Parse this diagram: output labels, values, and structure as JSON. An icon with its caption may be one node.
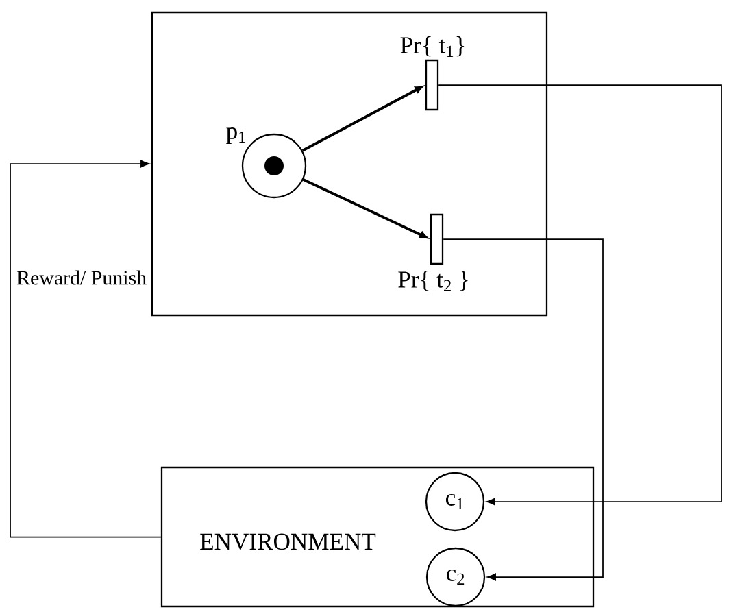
{
  "diagram": {
    "nodes": [
      {
        "text": [],
        "shape": "box"
      },
      {
        "text": [
          "p$_{1}$"
        ],
        "in": 0
      },
      {
        "text": [
          "Pr{ t$_{1}$}"
        ],
        "in": 0
      },
      {
        "text": [
          "Pr{ t$_{2}$ }"
        ],
        "in": 0
      },
      {
        "text": [
          "ENVIRONMENT"
        ]
      },
      {
        "text": [
          "c$_{1}$"
        ],
        "in": 4
      },
      {
        "text": [
          "c$_{2}$"
        ],
        "in": 4
      }
    ],
    "edges": [
      {
        "from": 1,
        "to": 2,
        "arrow": "to",
        "style": "thick"
      },
      {
        "from": 1,
        "to": 3,
        "arrow": "to",
        "style": "thick"
      },
      {
        "from": 2,
        "to": 5,
        "arrow": "to"
      },
      {
        "from": 3,
        "to": 6,
        "arrow": "to"
      },
      {
        "from": 4,
        "to": 0,
        "arrow": "to",
        "label": "Reward/ Punish"
      }
    ]
  }
}
